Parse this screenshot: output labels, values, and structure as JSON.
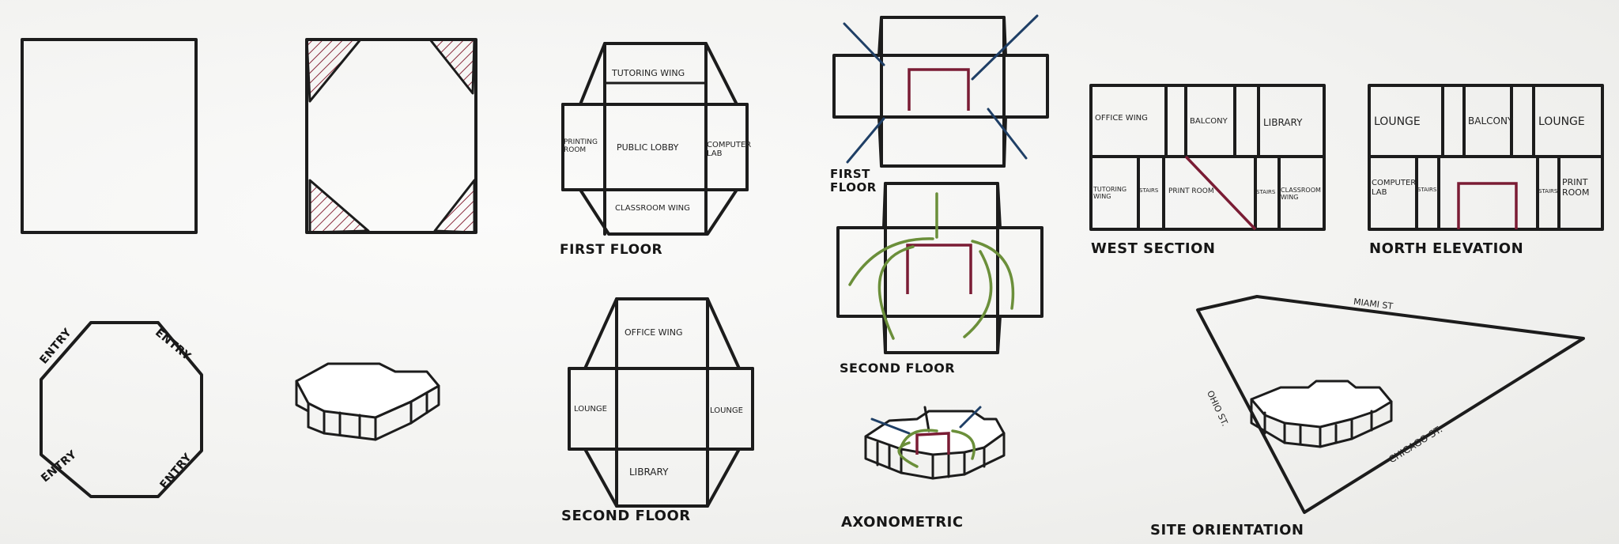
{
  "colors": {
    "ink": "#1c1c1c",
    "accent_maroon": "#7a1c34",
    "hatch": "#8a2a3c",
    "blue_lines": "#1f3f66",
    "green_lines": "#6b8f3a",
    "paper": "#f4f4f2"
  },
  "first_floor": {
    "title": "FIRST FLOOR",
    "rooms": {
      "top": "TUTORING WING",
      "left": "PRINTING ROOM",
      "center": "PUBLIC LOBBY",
      "right": "COMPUTER LAB",
      "bottom": "CLASSROOM WING"
    }
  },
  "second_floor": {
    "title": "SECOND FLOOR",
    "rooms": {
      "top": "OFFICE WING",
      "left": "LOUNGE",
      "right": "LOUNGE",
      "bottom": "LIBRARY"
    }
  },
  "octagon_entries": [
    "ENTRY",
    "ENTRY",
    "ENTRY",
    "ENTRY"
  ],
  "circulation": {
    "first_floor_label": "FIRST FLOOR",
    "second_floor_label": "SECOND FLOOR",
    "axonometric_label": "AXONOMETRIC"
  },
  "west_section": {
    "title": "WEST SECTION",
    "upper": [
      "OFFICE WING",
      "BALCONY",
      "LIBRARY"
    ],
    "lower": [
      "TUTORING WING",
      "STAIRS",
      "PRINT ROOM",
      "STAIRS",
      "CLASSROOM WING"
    ]
  },
  "north_elevation": {
    "title": "NORTH ELEVATION",
    "upper": [
      "LOUNGE",
      "BALCONY",
      "LOUNGE"
    ],
    "lower": [
      "COMPUTER LAB",
      "STAIRS",
      "STAIRS",
      "PRINT ROOM"
    ]
  },
  "site": {
    "title": "SITE ORIENTATION",
    "streets": [
      "MIAMI ST",
      "OHIO ST.",
      "CHICAGO ST."
    ]
  }
}
